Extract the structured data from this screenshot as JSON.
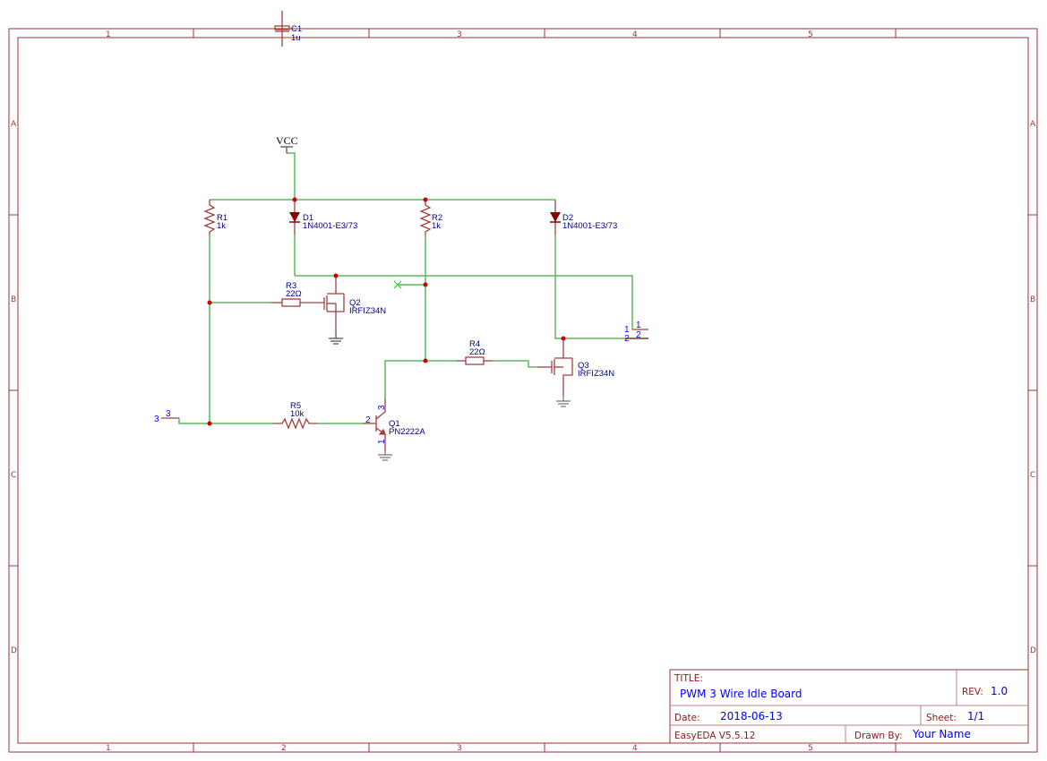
{
  "frame": {
    "columns": [
      "1",
      "2",
      "3",
      "4",
      "5"
    ],
    "rows": [
      "A",
      "B",
      "C",
      "D"
    ]
  },
  "power": {
    "vcc": "VCC"
  },
  "components": {
    "C1": {
      "ref": "C1",
      "value": "1u"
    },
    "R1": {
      "ref": "R1",
      "value": "1k"
    },
    "R2": {
      "ref": "R2",
      "value": "1k"
    },
    "R3": {
      "ref": "R3",
      "value": "22Ω"
    },
    "R4": {
      "ref": "R4",
      "value": "22Ω"
    },
    "R5": {
      "ref": "R5",
      "value": "10k"
    },
    "D1": {
      "ref": "D1",
      "value": "1N4001-E3/73"
    },
    "D2": {
      "ref": "D2",
      "value": "1N4001-E3/73"
    },
    "Q1": {
      "ref": "Q1",
      "value": "PN2222A",
      "pins": {
        "base": "2",
        "collector": "3",
        "emitter": "1"
      }
    },
    "Q2": {
      "ref": "Q2",
      "value": "IRFIZ34N"
    },
    "Q3": {
      "ref": "Q3",
      "value": "IRFIZ34N"
    }
  },
  "connectors": {
    "input": {
      "net": "3",
      "pin": "3"
    },
    "output": {
      "pin1_net": "1",
      "pin1": "1",
      "pin2_net": "2",
      "pin2": "2"
    }
  },
  "title_block": {
    "title_label": "TITLE:",
    "title": "PWM 3 Wire Idle Board",
    "rev_label": "REV:",
    "rev": "1.0",
    "date_label": "Date:",
    "date": "2018-06-13",
    "sheet_label": "Sheet:",
    "sheet": "1/1",
    "software": "EasyEDA V5.5.12",
    "drawn_label": "Drawn By:",
    "drawn_by": "Your Name"
  },
  "colors": {
    "wire": "#5cb85c",
    "component": "#a04040",
    "label": "#000080",
    "pin": "#0000ff",
    "junction": "#cc0000"
  }
}
